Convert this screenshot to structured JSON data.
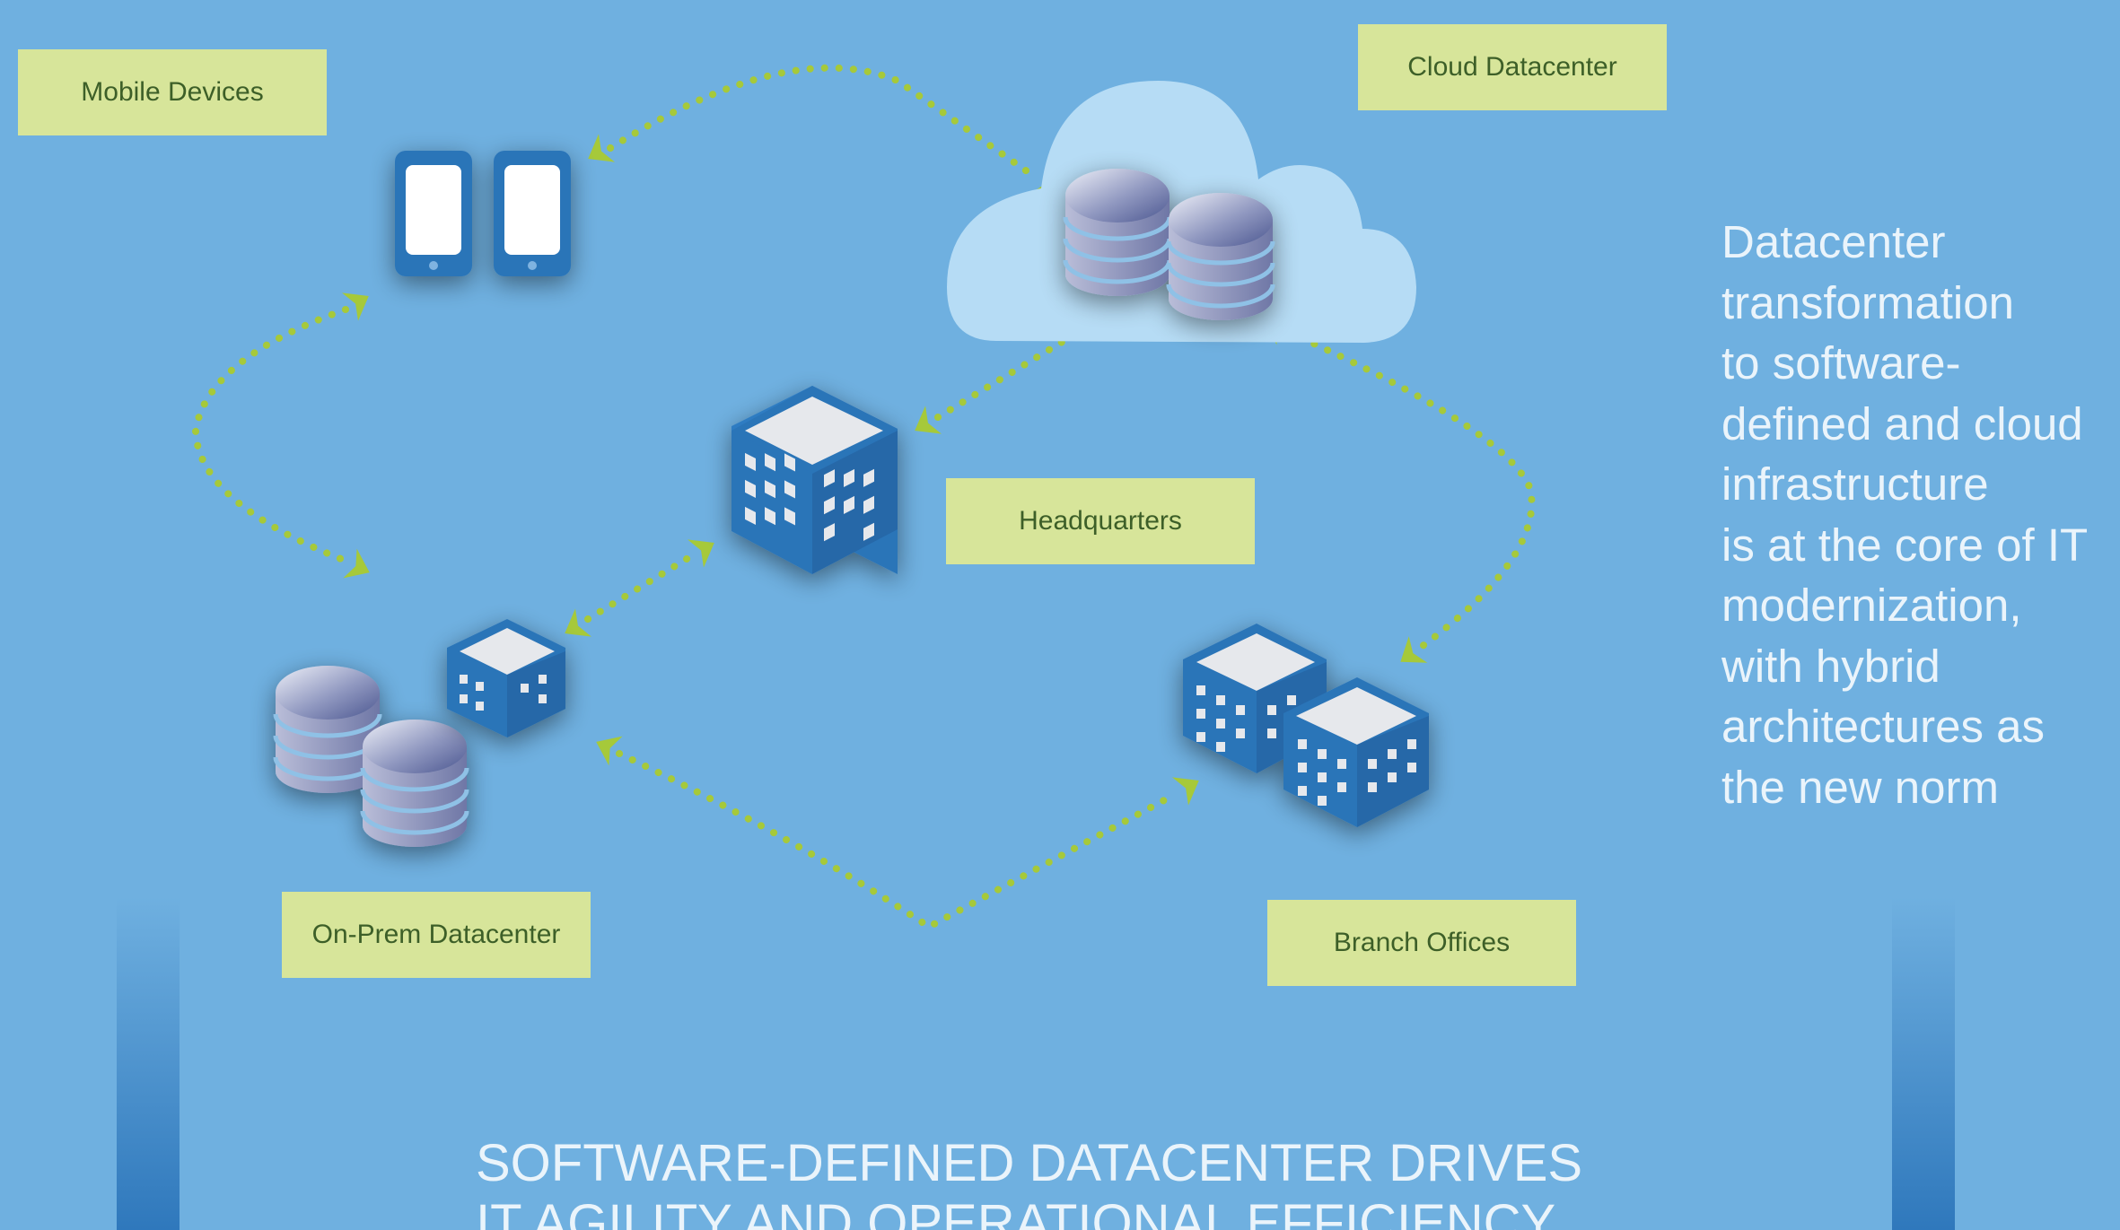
{
  "labels": {
    "mobile": "Mobile Devices",
    "cloud": "Cloud Datacenter",
    "headquarters": "Headquarters",
    "onprem": "On-Prem Datacenter",
    "branch": "Branch Offices"
  },
  "side_text": [
    "Datacenter",
    "transformation",
    "to software-",
    "defined and cloud",
    "infrastructure",
    "is at the core of IT",
    "modernization,",
    "with hybrid",
    "architectures as",
    "the new norm"
  ],
  "headline": [
    "SOFTWARE-DEFINED DATACENTER DRIVES",
    "IT AGILITY AND OPERATIONAL EFFICIENCY"
  ],
  "colors": {
    "background": "#6fb0e0",
    "label_fill": "#d7e59a",
    "label_text": "#3d5f28",
    "connector": "#a6c93a",
    "building": "#2b74b8",
    "cloud": "#b6dcf5",
    "text_light": "#eaf4fb"
  },
  "icons": [
    "tablet-icon",
    "cloud-icon",
    "database-icon",
    "building-icon"
  ]
}
